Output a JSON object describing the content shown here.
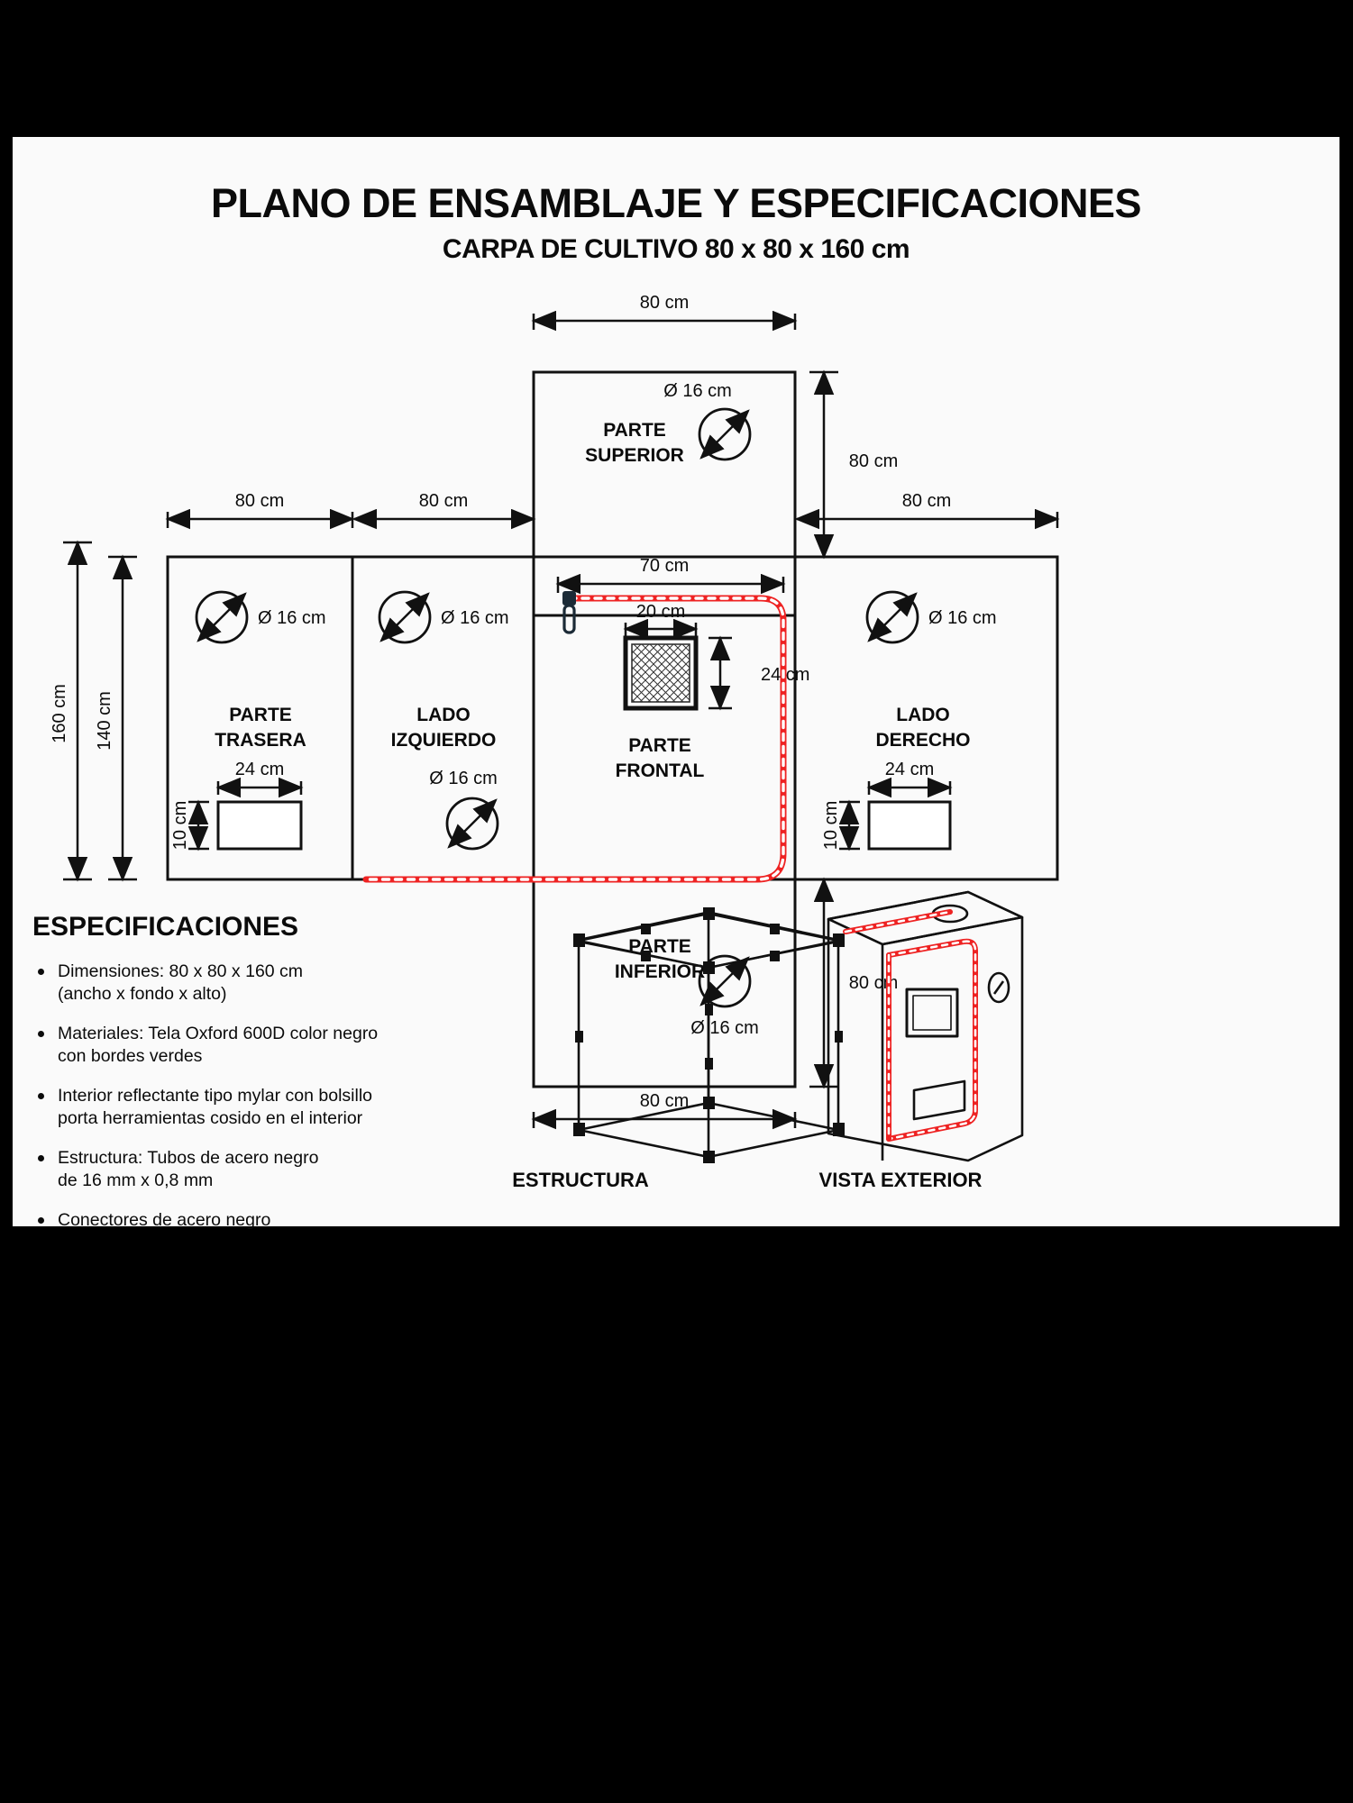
{
  "header": {
    "title": "PLANO DE ENSAMBLAJE Y ESPECIFICACIONES",
    "subtitle": "CARPA DE CULTIVO 80 x 80 x 160 cm"
  },
  "panels": {
    "top": {
      "line1": "PARTE",
      "line2": "SUPERIOR",
      "hole": "Ø 16 cm"
    },
    "back": {
      "line1": "PARTE",
      "line2": "TRASERA",
      "hole": "Ø 16 cm"
    },
    "left": {
      "line1": "LADO",
      "line2": "IZQUIERDO",
      "hole": "Ø 16 cm",
      "hole2": "Ø 16 cm"
    },
    "front": {
      "line1": "PARTE",
      "line2": "FRONTAL"
    },
    "right": {
      "line1": "LADO",
      "line2": "DERECHO",
      "hole": "Ø 16 cm"
    },
    "bottom": {
      "line1": "PARTE",
      "line2": "INFERIOR",
      "hole": "Ø 16 cm"
    }
  },
  "dimensions": {
    "top_width": "80 cm",
    "top_height": "80 cm",
    "back_width": "80 cm",
    "left_width": "80 cm",
    "right_width": "80 cm",
    "total_height": "160 cm",
    "panel_height": "140 cm",
    "zipper_width": "70 cm",
    "window_width": "20 cm",
    "window_height": "24 cm",
    "vent_width_back": "24 cm",
    "vent_height_back": "10 cm",
    "vent_width_right": "24 cm",
    "vent_height_right": "10 cm",
    "bottom_height": "80 cm",
    "bottom_width": "80 cm"
  },
  "specs": {
    "heading": "ESPECIFICACIONES",
    "items": [
      "Dimensiones: 80 x 80 x 160 cm\n(ancho x fondo x alto)",
      "Materiales: Tela Oxford 600D color negro\ncon bordes verdes",
      "Interior reflectante tipo mylar con bolsillo\nporta herramientas cosido en el interior",
      "Estructura: Tubos de acero negro\nde 16 mm x 0,8 mm",
      "Conectores de acero negro"
    ]
  },
  "figures": {
    "estructura_caption": "ESTRUCTURA",
    "vista_caption": "VISTA EXTERIOR"
  },
  "colors": {
    "line": "#111111",
    "zipper": "#ee2222",
    "paper": "#fafafa",
    "border": "#000000"
  }
}
